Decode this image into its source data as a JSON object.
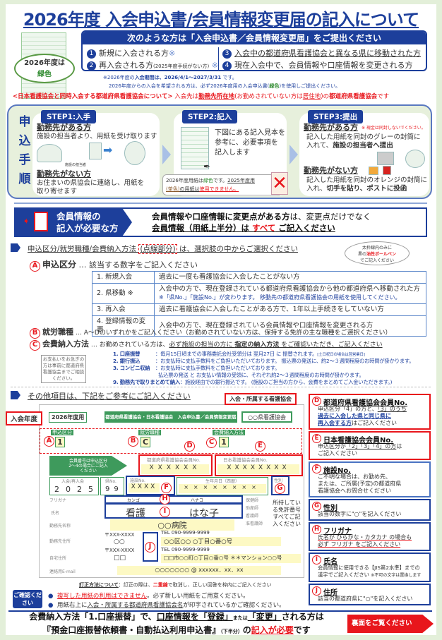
{
  "title": "2026年度 入会申込書/会員情報変更届の記入について",
  "thumb": {
    "label1": "2026年度は",
    "label2": "緑色"
  },
  "who": {
    "header": "次のような方は「入会申込書／会員情報変更届」をご提出ください",
    "items": [
      {
        "n": "1",
        "text": "新規に入会される方",
        "mark": "※"
      },
      {
        "n": "2",
        "text": "再入会される方",
        "sub": "(2025年度手続がない方)",
        "mark": "※"
      },
      {
        "n": "3",
        "text": "入会中の都道府県看護協会と異なる県に移動された方"
      },
      {
        "n": "4",
        "text": "現在入会中で、会員情報や口座情報を変更される方"
      }
    ]
  },
  "notes": {
    "line1a": "※2026年度の",
    "line1b": "入会期間",
    "line1c": "は、2026/4/1～2027/3/31",
    "line1d": " です。",
    "line2a": "2026年度からの入会を希望される方は、必ず2026年度用の入会申込書(",
    "line2b": "緑色",
    "line2c": ")を使用しご提出ください。"
  },
  "redline": {
    "a": "<日本看護協会と同時入会する都道府県看護協会について>",
    "b": " 入会先は",
    "c": "勤務先所在地",
    "d": "(お勤めされていない方は",
    "e": "居住地",
    "f": ")の",
    "g": "都道府県看護協会",
    "h": "です"
  },
  "steps": {
    "vertical": [
      "申",
      "込",
      "手",
      "順"
    ],
    "step1": {
      "label": "STEP1:入手",
      "h1": "勤務先がある方",
      "t1": "施設の担当者より、用紙を受け取ります",
      "cap": "施設の担当者",
      "h2": "勤務先がない方",
      "t2a": "お住まいの県協会に連絡し、用紙を",
      "t2b": "取り寄せます"
    },
    "step2": {
      "label": "STEP2:記入",
      "t1": "下図にある記入見本を",
      "t2": "参考に、必要事項を",
      "t3": "記入します",
      "warn1a": "2026年度用紙は",
      "warn1b": "緑色",
      "warn1c": "です。",
      "warn1d": "2025年度用",
      "warn2a": "(茶色)",
      "warn2b": "の用紙は",
      "warn2c": "使用できません。"
    },
    "step3": {
      "label": "STEP3:提出",
      "h1": "勤務先がある方",
      "cash": "※ 現金は同封しないでください。",
      "t1a": "記入した用紙を同封のグレーの封筒に",
      "t1b": "入れて、",
      "t1c": "施設の担当者へ提出",
      "cap": "施設の担当者",
      "h2": "勤務先がない方",
      "t2a": "記入した用紙を同封のオレンジの封筒に",
      "t2b": "入れ、",
      "t2c": "切手を貼り、ポストに投函"
    }
  },
  "banner": {
    "left1": "会員情報の",
    "left2": "記入が必要な方",
    "r1a": "会員情報や口座情報に変更点がある方",
    "r1b": "は、変更点だけでなく",
    "r2a": "会員情報（用紙上半分）は ",
    "r2b": "すべて",
    "r2c": " ご記入ください"
  },
  "select": {
    "heading_a": "申込区分/就労職種/会費納入方法 ",
    "heading_b": "(点線部分)",
    "heading_c": " は、選択肢の中からご選択ください",
    "pen1": "太枠線内のみに",
    "pen2a": "黒の",
    "pen2b": "油性ボールペン",
    "pen3": "でご記入ください"
  },
  "A": {
    "mark": "A",
    "title": "申込区分",
    "desc": "… 該当する数字をご記入ください",
    "rows": [
      {
        "k": "1. 新規入会",
        "v": "過去に一度も看護協会に入会したことがない方"
      },
      {
        "k": "2. 県移動 ※",
        "v": "入会中の方で、現在登録されている都道府県看護協会から他の都道府県へ移動された方",
        "v2": "※「県No.」「施設No.」が変わります。 移動先の都道府県看護協会の用紙を使用してください。"
      },
      {
        "k": "3. 再入会",
        "v": "過去に看護協会に入会したことがある方で、1年以上手続きをしていない方"
      },
      {
        "k": "4. 登録情報の変更",
        "v": "入会中の方で、現在登録されている会員情報や口座情報を変更される方"
      }
    ]
  },
  "B": {
    "mark": "B",
    "title": "就労職種",
    "desc": "… A～Dのいずれかをご記入ください（お勤めされていない方は、保持する免許の主な職種をご選択ください）"
  },
  "C": {
    "mark": "C",
    "title": "会費納入方法",
    "desc_a": "… お勤めされている方は、",
    "desc_b": "必ず施設の担当の方に ",
    "desc_c": "指定の納入方法",
    "desc_d": " をご確認いただき、ご記入ください",
    "methods": [
      {
        "k": "1. 口座振替",
        "v": "：毎月15日頃までの事務委託会社受領分は 翌月27日 に 振替されます。",
        "s": "[土日祝日の場合は翌営業日]"
      },
      {
        "k": "2. 銀行振込",
        "v": "：お支払時に支払手数料をご負担いただいております。 振込票の発送に、約2～３週間程度のお時間が掛かります。"
      },
      {
        "k": "3. コンビニ収納",
        "v": "：お支払時に支払手数料をご負担いただいております。"
      },
      {
        "k": "",
        "v": "払込票の発送 と お支払い情報の受領に、それぞれ約2～３週間程度のお時間が掛かります。"
      },
      {
        "k": "9. 勤務先で取りまとめて納入",
        "v": "：施設経由での銀行振込です。 (施設のご担当の方から、会費をまとめてご入金いただきます。)"
      }
    ],
    "side": "お支払いをお急ぎの方は事前に都道府県看護協会までご相談ください。"
  },
  "other": {
    "heading": "その他項目は、下記をご参考にご記入ください"
  },
  "form": {
    "callout_year": "入会年度",
    "callout_assoc": "入会・所属する看護協会",
    "year": "2026年度用",
    "header": "都道府県看護協会・日本看護協会　入会申込書／会員情報変更届",
    "assoc": "○○県看護協会",
    "lbl_a": "申込区分",
    "lbl_b": "就労職種",
    "lbl_c": "会費納入方法",
    "val_a": "1",
    "val_b": "C",
    "val_c": "1",
    "memno_note": "会員番号は申込区分2～4の場合にご記入ください",
    "lbl_d": "都道府県看護協会会員No.",
    "lbl_e": "日本看護協会会員No.",
    "x": "X",
    "lbl_year": "入会/再入会",
    "year_digits": [
      "2",
      "0",
      "2",
      "5"
    ],
    "lbl_pref": "県No.",
    "pref_digits": [
      "9",
      "9"
    ],
    "lbl_f": "施設No.",
    "lbl_birth": "生年月日（西暦）",
    "lbl_g": "性別",
    "lbl_kana": "フリガナ",
    "kana_last": "カンゴ",
    "kana_first": "ハナコ",
    "lbl_name": "氏名",
    "name_last": "看護",
    "name_first": "はな子",
    "lbl_work": "勤務先名称",
    "work": "○○病院",
    "license_note": "所持している免許番号すべてご記入ください",
    "licenses": [
      "保健師",
      "助産師",
      "看護師",
      "准看護師"
    ],
    "lbl_waddr": "勤務先住所",
    "zip": "〒XXX-XXXX",
    "tel": "TEL 090-9999-9999",
    "waddr_pref": "○○",
    "waddr": "○○区○○ ○丁目○番○号",
    "lbl_haddr": "自宅住所",
    "haddr_pref": "□□",
    "haddr": "□□市○○町○丁目○番○号 ＊＊マンション○○号",
    "lbl_mail": "連絡用E-mail",
    "mail": "○○○○○○○ @ xxxxxx．xx．xx",
    "marks": [
      "A",
      "B",
      "C",
      "D",
      "E",
      "F",
      "G",
      "H",
      "I",
      "J"
    ]
  },
  "correction": {
    "a": "訂正方法について",
    "b": "：訂正の際は、",
    "c": "二重線",
    "d": "で取消し、正しい回答を枠内にご記入ください"
  },
  "right": [
    {
      "mark": "D",
      "title": "都道府県看護協会会員No.",
      "l1a": "申込区分「4」の方と、",
      "l1b": "「3」のうち",
      "l2": "過去に入会した県と同じ県に",
      "l3a": "再入会する方",
      "l3b": "はご記入ください"
    },
    {
      "mark": "E",
      "title": "日本看護協会会員No.",
      "l1a": "申込区分が",
      "l1b": "「2」「3」「4」の方",
      "l1c": "は",
      "l2": "ご記入ください"
    },
    {
      "mark": "F",
      "title": "施設No.",
      "l1": "ご不明な場合は、お勤め先、",
      "l2": "または、ご所属(予定)の都道府県",
      "l3": "看護協会へお問合せください"
    },
    {
      "mark": "G",
      "title": "性別",
      "l1": "該当の数字に\"○\"を記入ください"
    },
    {
      "mark": "H",
      "title": "フリガナ",
      "l1": "氏名が ひらがな・カタカナ の場合も",
      "l2": "必ず フリガナ をご記入ください"
    },
    {
      "mark": "I",
      "title": "氏名",
      "l1": "会員情報に使用できる【JIS第2水準】までの",
      "l2": "漢字でご記入ください",
      "l2s": "※不可の文字は置換します"
    },
    {
      "mark": "J",
      "title": "住所",
      "l1": "該当の都道府県に\"○\"を記入ください"
    }
  ],
  "confirm": {
    "label": "ご確認ください",
    "b1a": "複写した用紙の利用はできません",
    "b1b": "。必ず新しい用紙をご用意ください。",
    "b2a": "用紙右上に",
    "b2b": "入会・所属する都道府県看護協会名",
    "b2c": "が印字されているかご確認ください。"
  },
  "bottom": {
    "l1a": "会費納入方法「1.口座振替」で、",
    "l1b": "口座情報を「登録」",
    "l1c": "または",
    "l1d": "「変更」",
    "l1e": "される方は",
    "l2a": "『預金口座振替依頼書・自動払込利用申込書』",
    "l2b": "（下半分）",
    "l2c": "の",
    "l2d": "記入が必要",
    "l2e": "です",
    "button": "裏面をご覧ください"
  },
  "colors": {
    "brand_blue": "#1d3f9b",
    "accent_red": "#e8161c",
    "form_green": "#3e9a5c",
    "page_bg": "#e3efd9"
  }
}
